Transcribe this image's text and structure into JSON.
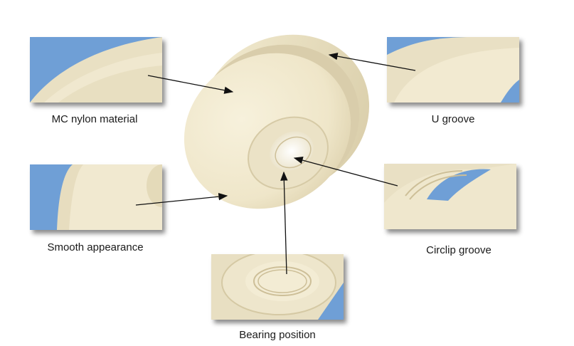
{
  "labels": {
    "mc_nylon": "MC nylon material",
    "u_groove": "U groove",
    "smooth": "Smooth appearance",
    "circlip": "Circlip groove",
    "bearing": "Bearing position"
  },
  "colors": {
    "nylon_light": "#f3ecd2",
    "nylon_mid": "#e6dcbc",
    "nylon_shadow": "#cbbf9a",
    "sky_blue": "#6f9fd6",
    "arrow": "#111111"
  }
}
